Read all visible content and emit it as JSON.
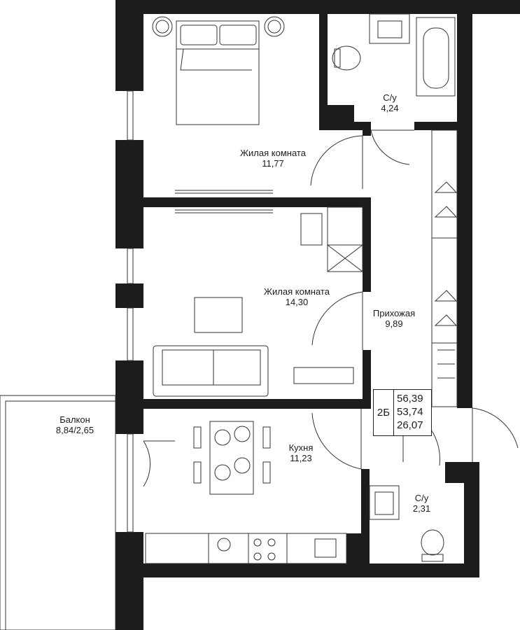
{
  "rooms": [
    {
      "name": "Жилая комната",
      "area": "11,77"
    },
    {
      "name": "С/у",
      "area": "4,24"
    },
    {
      "name": "Жилая комната",
      "area": "14,30"
    },
    {
      "name": "Прихожая",
      "area": "9,89"
    },
    {
      "name": "Балкон",
      "area": "8,84/2,65"
    },
    {
      "name": "Кухня",
      "area": "11,23"
    },
    {
      "name": "С/у",
      "area": "2,31"
    }
  ],
  "apartment": {
    "type": "2Б",
    "total_area": "56,39",
    "living_area_total": "53,74",
    "living_area": "26,07"
  },
  "colors": {
    "wall": "#1c1c1c",
    "line": "#333333",
    "background": "#ffffff"
  }
}
